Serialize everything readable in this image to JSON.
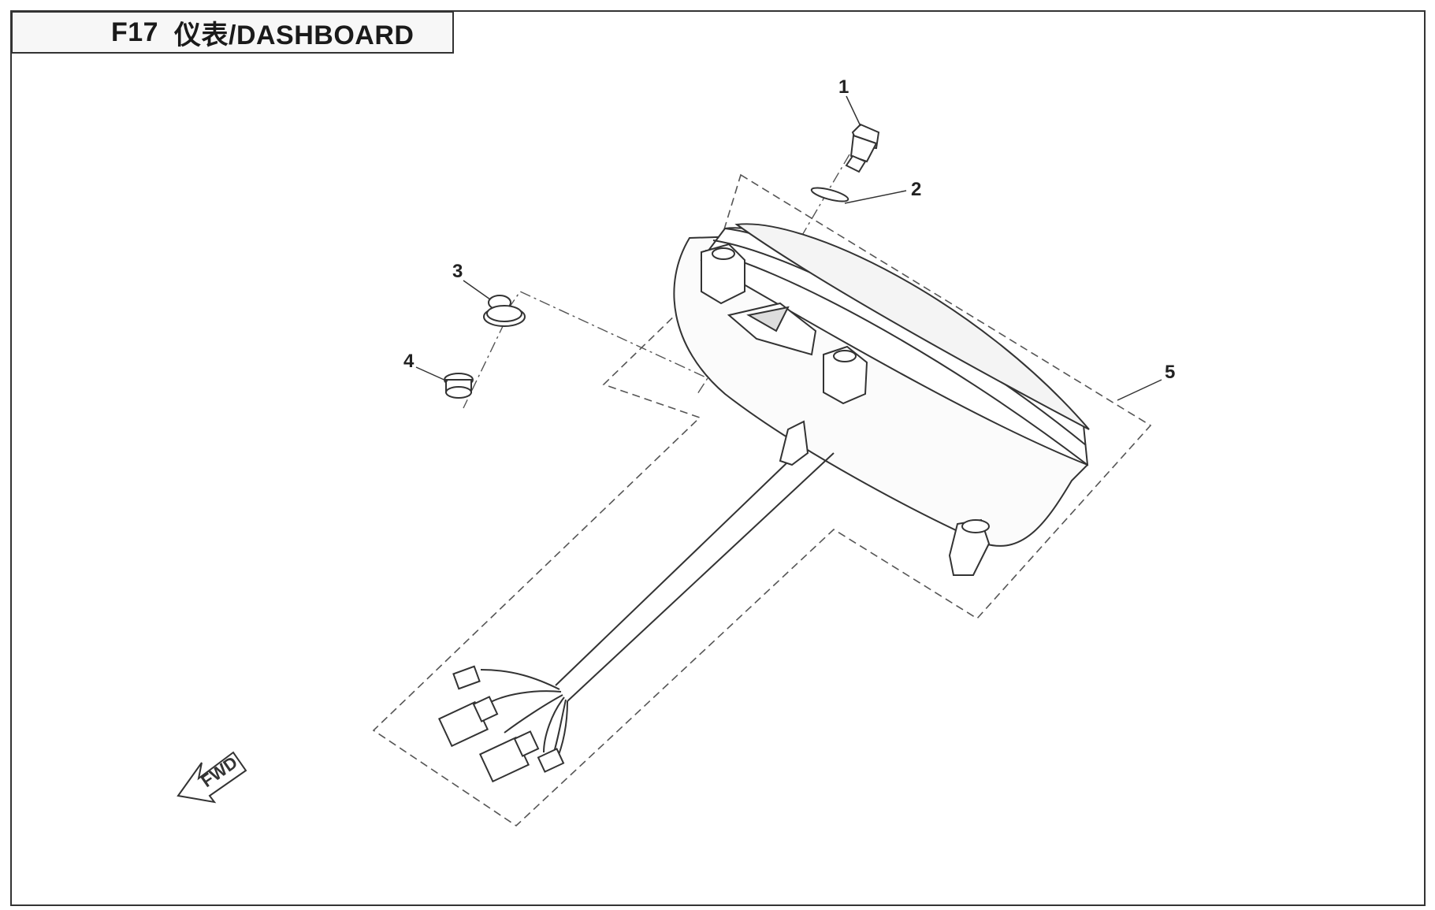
{
  "title": {
    "code": "F17",
    "label": "仪表/DASHBOARD"
  },
  "callouts": [
    {
      "number": "1",
      "part": "bolt"
    },
    {
      "number": "2",
      "part": "washer"
    },
    {
      "number": "3",
      "part": "rubber-grommet"
    },
    {
      "number": "4",
      "part": "bushing"
    },
    {
      "number": "5",
      "part": "dashboard-assembly-with-harness"
    }
  ],
  "fwd_arrow": {
    "label": "FWD"
  }
}
